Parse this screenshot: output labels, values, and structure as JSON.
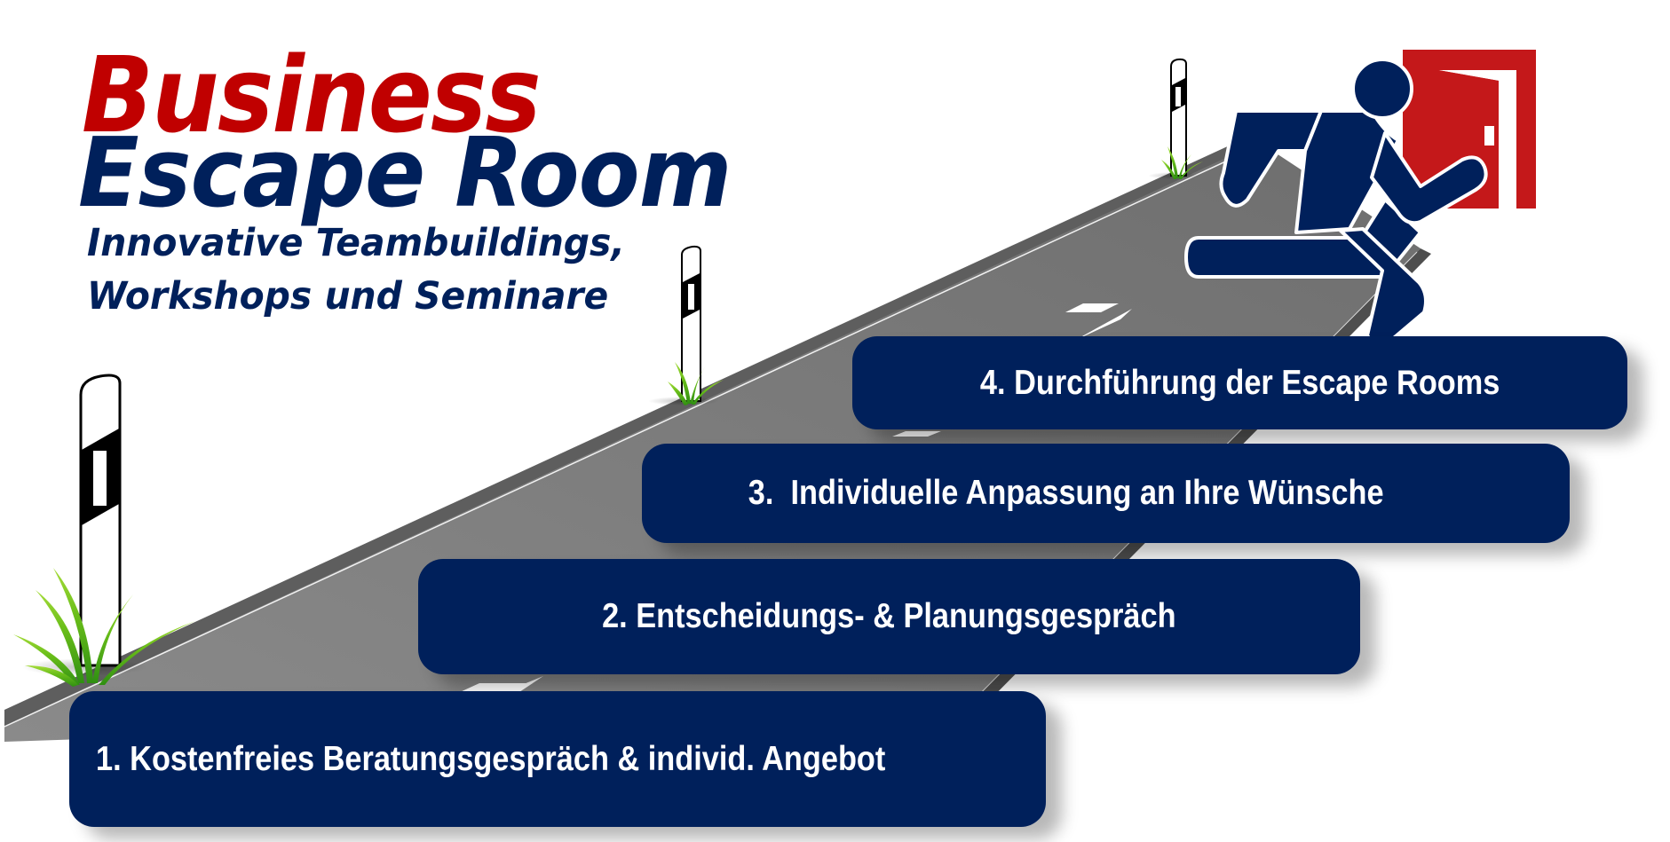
{
  "header": {
    "title_line1": "Business",
    "title_line2": "Escape Room",
    "subtitle_line1": "Innovative Teambuildings,",
    "subtitle_line2": "Workshops und Seminare"
  },
  "steps": [
    {
      "label": "1. Kostenfreies Beratungsgespräch & individ. Angebot"
    },
    {
      "label": "2. Entscheidungs- & Planungsgespräch"
    },
    {
      "label": "3.  Individuelle Anpassung an Ihre Wünsche"
    },
    {
      "label": "4. Durchführung der Escape Rooms"
    }
  ],
  "illustration": {
    "icons": [
      "road-icon",
      "delineator-post-icon",
      "grass-icon",
      "running-man-icon",
      "open-door-icon"
    ]
  },
  "colors": {
    "brand_red": "#c00000",
    "brand_navy": "#00205b",
    "door_red": "#c4181a",
    "road_gray": "#808080",
    "road_edge": "#5a5a5a",
    "grass_green": "#6bbf1a"
  }
}
